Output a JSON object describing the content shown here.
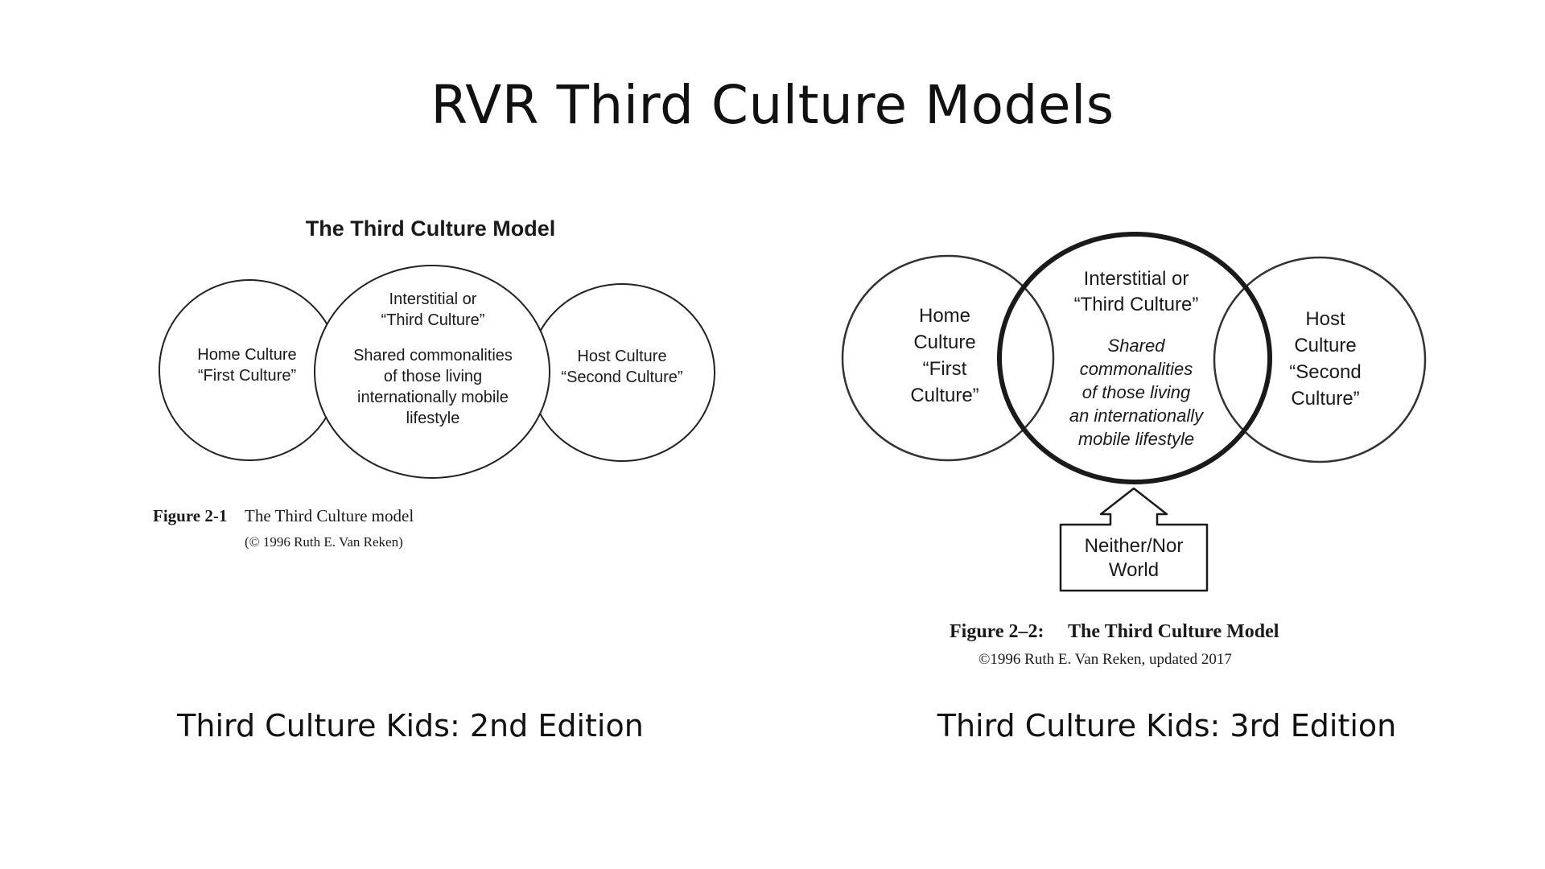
{
  "slide": {
    "title": "RVR Third Culture Models"
  },
  "left_panel": {
    "heading": "The Third Culture Model",
    "center": {
      "line1": "Interstitial or",
      "line2": "“Third Culture”",
      "desc1": "Shared commonalities",
      "desc2": "of those living",
      "desc3": "internationally mobile",
      "desc4": "lifestyle"
    },
    "home": {
      "line1": "Home Culture",
      "line2": "“First Culture”"
    },
    "host": {
      "line1": "Host Culture",
      "line2": "“Second Culture”"
    },
    "figure_label": "Figure 2-1",
    "figure_title": "The Third Culture model",
    "copyright": "(© 1996 Ruth E. Van Reken)",
    "caption": "Third Culture Kids: 2nd Edition"
  },
  "right_panel": {
    "home": {
      "line1": "Home",
      "line2": "Culture",
      "line3": "“First",
      "line4": "Culture”"
    },
    "center": {
      "line1": "Interstitial or",
      "line2": "“Third Culture”",
      "desc1": "Shared",
      "desc2": "commonalities",
      "desc3": "of those living",
      "desc4": "an internationally",
      "desc5": "mobile lifestyle"
    },
    "host": {
      "line1": "Host",
      "line2": "Culture",
      "line3": "“Second",
      "line4": "Culture”"
    },
    "box": {
      "line1": "Neither/Nor",
      "line2": "World"
    },
    "figure_label": "Figure 2–2:",
    "figure_title": "The Third Culture Model",
    "copyright": "©1996 Ruth E. Van Reken, updated 2017",
    "caption": "Third Culture Kids: 3rd Edition"
  }
}
